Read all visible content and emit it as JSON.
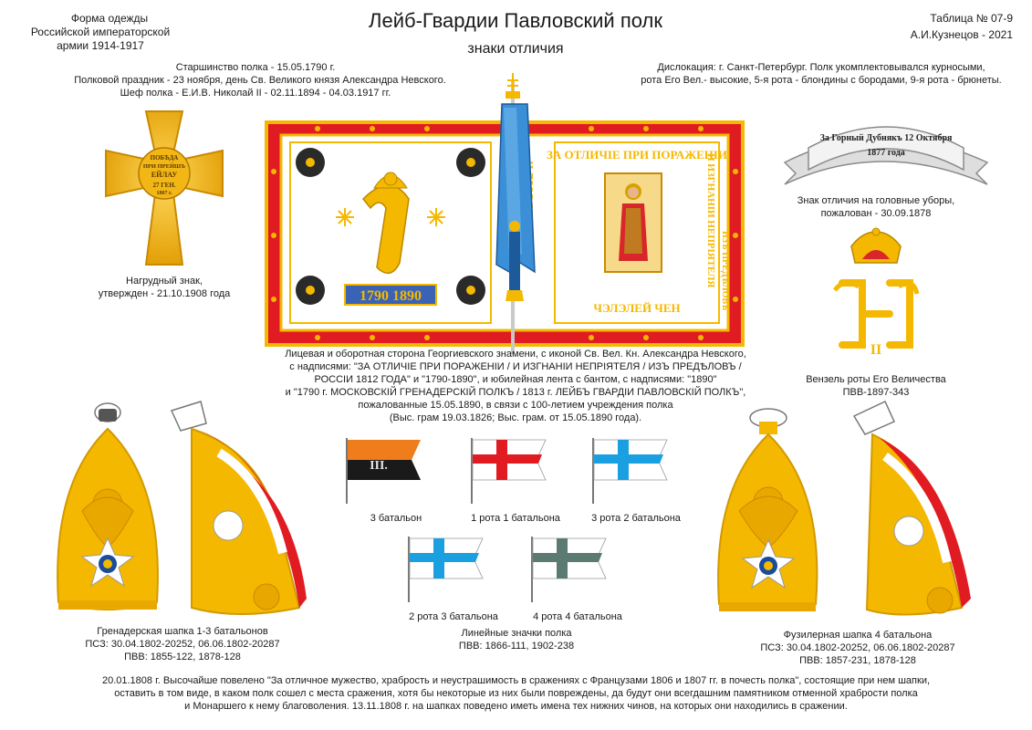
{
  "header": {
    "left_lines": [
      "Форма одежды",
      "Российской императорской",
      "армии  1914-1917"
    ],
    "title": "Лейб-Гвардии Павловский полк",
    "subtitle": "знаки отличия",
    "table_no": "Таблица № 07-9",
    "author": "А.И.Кузнецов - 2021"
  },
  "info": {
    "left": [
      "Старшинство полка - 15.05.1790 г.",
      "Полковой праздник - 23 ноября, день Св. Великого князя Александра Невского.",
      "Шеф полка - Е.И.В. Николай II - 02.11.1894 - 04.03.1917 гг."
    ],
    "right": [
      "Дислокация: г. Санкт-Петербург. Полк укомплектовывался курносыми,",
      "рота Его Вел.- высокие, 5-я рота - блондины с бородами,  9-я рота - брюнеты."
    ]
  },
  "breast_badge": {
    "inscription": [
      "ПОБѢДА",
      "ПРИ ПРЕЙШЪ",
      "ЕЙЛАУ",
      "27 ГЕН.",
      "1807 г."
    ],
    "caption": [
      "Нагрудный знак,",
      "утвержден  - 21.10.1908 года"
    ]
  },
  "banner": {
    "inscription": [
      "За Горный Дубнякъ 12 Октября",
      "1877 года"
    ],
    "caption": [
      "Знак отличия на головные уборы,",
      "пожалован - 30.09.1878"
    ]
  },
  "monogram": {
    "numeral": "II",
    "caption": [
      "Вензель роты Его Величества",
      "ПВВ-1897-343"
    ]
  },
  "standard": {
    "ribbon_years": "1790 1890",
    "top_text": "ЗА ОТЛИЧІЕ ПРИ ПОРАЖЕНІИ",
    "bottom_text": "ЧЭЛЭЛЕЙ ЧЕН",
    "left_text": "РОССІИ 1812 г.",
    "right_text": "И ИЗГНАНІИ НЕПРІЯТЕЛЯ",
    "right_text2": "ИЗЪ ПРЕДѢЛОВЪ",
    "caption": [
      "Лицевая и оборотная сторона Георгиевского знамени, с иконой Св. Вел. Кн. Александра Невского,",
      "с надписями: \"ЗА ОТЛИЧІЕ ПРИ ПОРАЖЕНІИ / И ИЗГНАНІИ НЕПРІЯТЕЛЯ / ИЗЪ ПРЕДѢЛОВЪ /",
      "РОССІИ 1812 ГОДА\" и \"1790-1890\", и юбилейная лента с бантом, с надписями: \"1890\"",
      "и \"1790 г. МОСКОВСКІЙ ГРЕНАДЕРСКІЙ ПОЛКЪ / 1813 г. ЛЕЙБЪ ГВАРДІИ ПАВЛОВСКІЙ ПОЛКЪ\",",
      "пожалованные 15.05.1890, в связи с 100-летием учреждения полка",
      "(Выс. грам 19.03.1826;   Выс. грам. от 15.05.1890 года)."
    ]
  },
  "flags": {
    "items": [
      {
        "label": "3 батальон",
        "text": "III."
      },
      {
        "label": "1 рота 1 батальона"
      },
      {
        "label": "3 рота 2 батальона"
      },
      {
        "label": "2 рота 3 батальона"
      },
      {
        "label": "4 рота 4 батальона"
      }
    ],
    "caption": [
      "Линейные значки полка",
      "ПВВ: 1866-111, 1902-238"
    ]
  },
  "grenadier_cap": {
    "caption": [
      "Гренадерская шапка 1-3 батальонов",
      "ПСЗ: 30.04.1802-20252, 06.06.1802-20287",
      "ПВВ: 1855-122, 1878-128"
    ]
  },
  "fusilier_cap": {
    "caption": [
      "Фузилерная шапка 4 батальона",
      "ПСЗ: 30.04.1802-20252, 06.06.1802-20287",
      "ПВВ: 1857-231, 1878-128"
    ]
  },
  "footer": {
    "lines": [
      "20.01.1808 г. Высочайше повелено \"За отличное мужество, храбрость и неустрашимость в сражениях с Французами 1806 и 1807 гг. в почесть полка\", состоящие при нем шапки,",
      "оставить в том виде, в каком полк сошел с места сражения, хотя бы некоторые из них были повреждены, да будут они всегдашним памятником отменной храбрости полка",
      "и Монаршего к нему благоволения. 13.11.1808 г. на шапках поведено иметь имена тех нижних чинов, на которых они находились в сражении."
    ]
  },
  "colors": {
    "gold": "#f5b800",
    "red": "#e11b22",
    "blue": "#2f6fc0",
    "orange": "#f07d1b",
    "teal": "#5a7a72",
    "cyan": "#1aa0e0"
  }
}
